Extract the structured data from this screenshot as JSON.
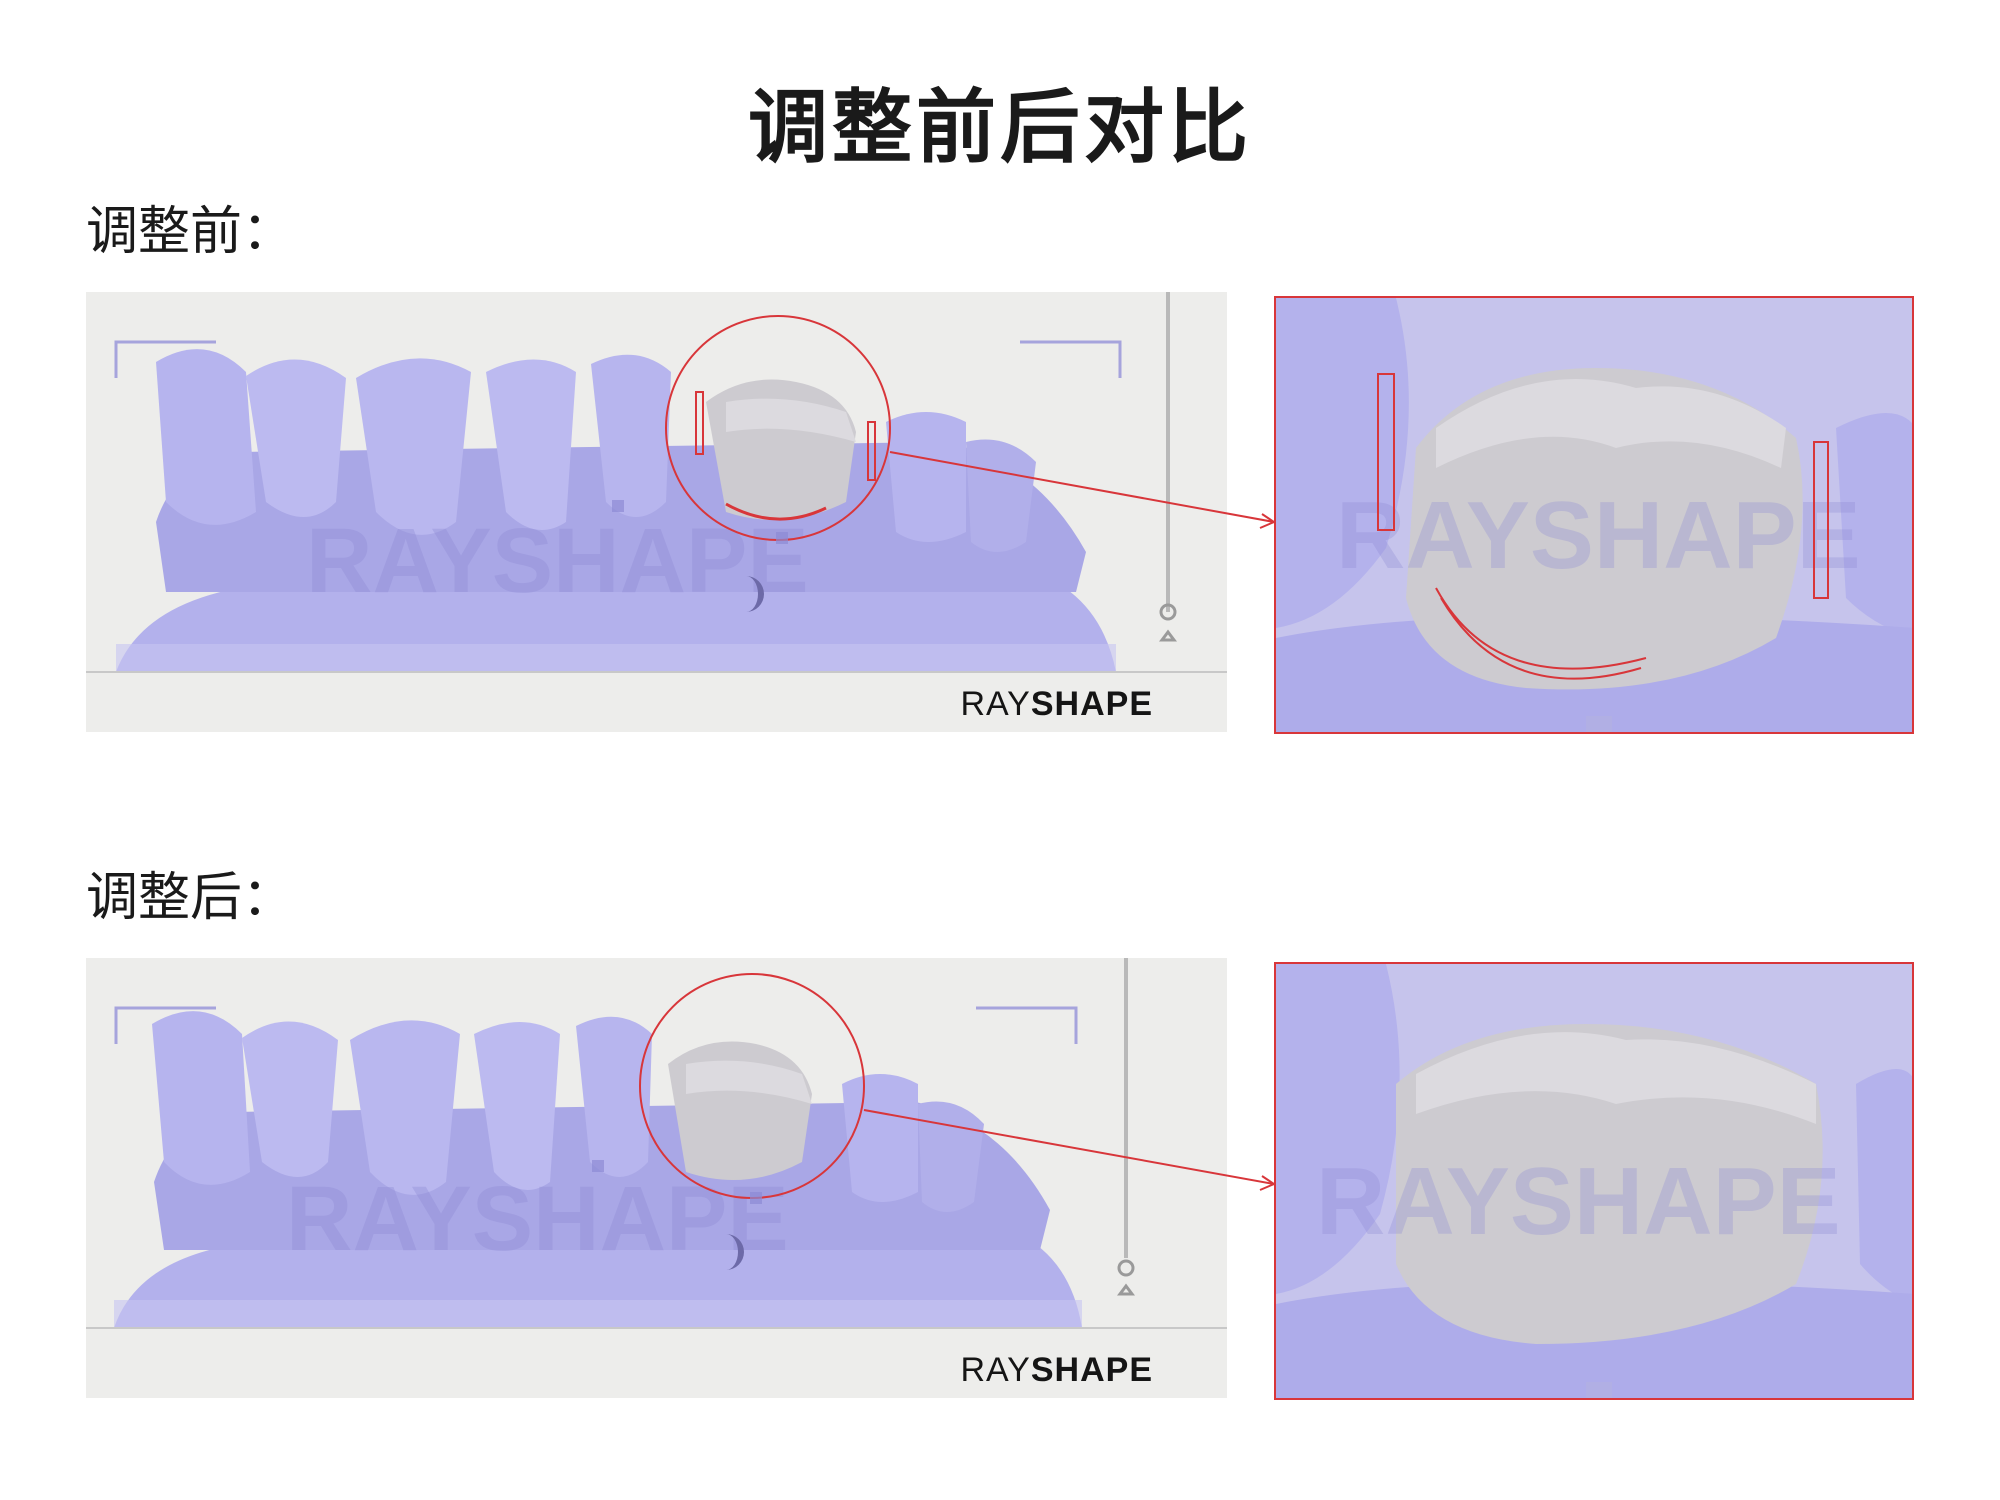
{
  "page": {
    "title": "调整前后对比",
    "before_label": "调整前：",
    "after_label": "调整后："
  },
  "viewports": [
    {
      "id": "before",
      "brand_light": "RAY",
      "brand_bold": "SHAPE",
      "watermark": "RAYSHAPE"
    },
    {
      "id": "after",
      "brand_light": "RAY",
      "brand_bold": "SHAPE",
      "watermark": "RAYSHAPE"
    }
  ],
  "zoom_panels": [
    {
      "id": "before-zoom",
      "watermark": "RAYSHAPE"
    },
    {
      "id": "after-zoom",
      "watermark": "RAYSHAPE"
    }
  ],
  "colors": {
    "model": "#b3b1ec",
    "model_shadow": "#8d8ad4",
    "crown": "#cdcbd0",
    "highlight": "#d8363a",
    "viewport_bg": "#ededeb"
  }
}
